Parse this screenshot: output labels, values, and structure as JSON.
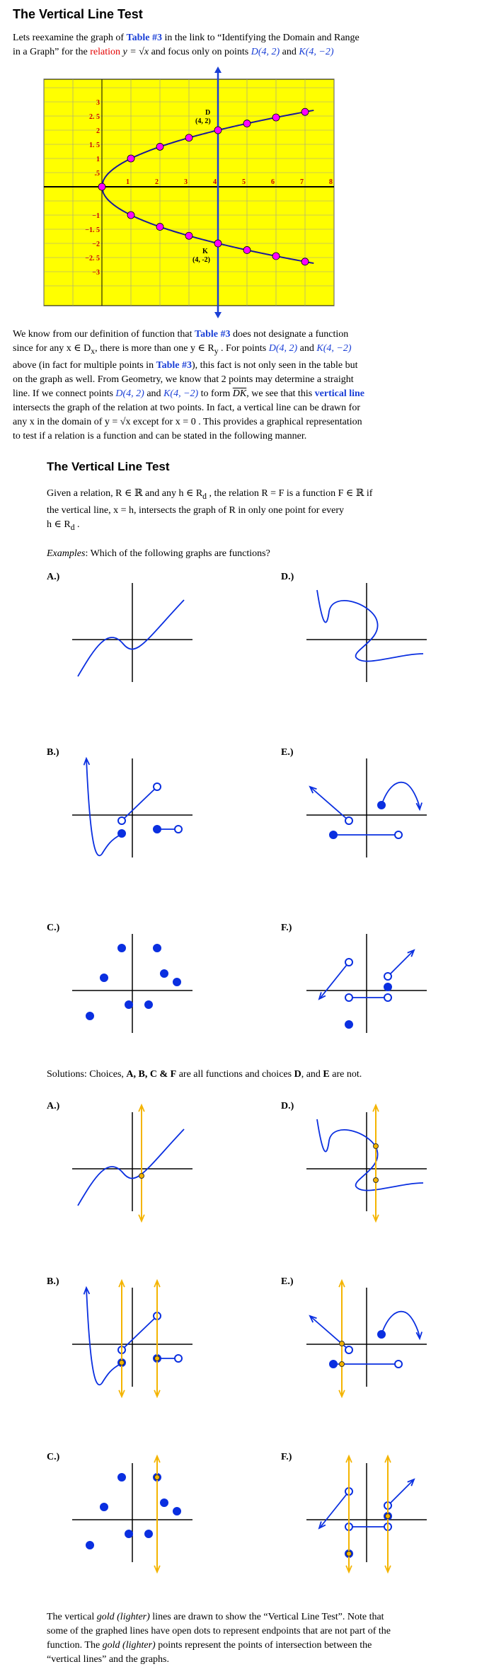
{
  "title": "The Vertical Line Test",
  "intro": {
    "line1_a": "Lets reexamine the graph of ",
    "line1_table": "Table #3",
    "line1_b": "  in the link to “Identifying the Domain and Range",
    "line2_a": "in a Graph” for the ",
    "line2_relation": "relation",
    "line2_eq": " y = √x",
    "line2_b": "  and focus only on points  ",
    "line2_D": "D(4, 2)",
    "line2_and": " and ",
    "line2_K": "K(4, −2)"
  },
  "main_graph": {
    "y_ticks": [
      "3",
      "2. 5",
      "2",
      "1. 5",
      "1",
      ".5",
      "−1",
      "−1. 5",
      "−2",
      "−2. 5",
      "−3"
    ],
    "x_ticks": [
      "1",
      "2",
      "3",
      "4",
      "5",
      "6",
      "7",
      "8"
    ],
    "point_D_name": "D",
    "point_D_coord": "(4, 2)",
    "point_K_name": "K",
    "point_K_coord": "(4, -2)",
    "background_color": "#ffff00",
    "curve_color": "#1a1a99",
    "point_color": "#ff00ff"
  },
  "body": {
    "l1": "We know from our definition of function that ",
    "l1_table": "Table #3",
    "l1_b": " does not designate a function",
    "l2_a": "since for any x ∈ D",
    "l2_sub": "x",
    "l2_b": ", there is more than one  y ∈ R",
    "l2_sub2": "y",
    "l2_c": " . For points  ",
    "l2_D": "D(4, 2)",
    "l2_and": " and  ",
    "l2_K": "K(4, −2)",
    "l3_a": "above (in fact for multiple points in ",
    "l3_table": "Table #3",
    "l3_b": "), this fact is not only seen in the table but",
    "l4": "on the graph as well. From Geometry, we know that 2 points may determine a straight",
    "l5_a": "line. If we connect points  ",
    "l5_D": "D(4, 2)",
    "l5_and": " and  ",
    "l5_K": "K(4, −2)",
    "l5_b": "  to form  ",
    "l5_DK": "DK",
    "l5_c": ", we see that this ",
    "l5_vl": "vertical line",
    "l6": "intersects the graph of the relation at two points. In fact, a vertical line can be drawn for",
    "l7_a": "any  x in the domain of  y = √x  except for  x = 0 . This provides a graphical representation",
    "l8": "to test if a relation is a function and can be stated in the following manner."
  },
  "vlt": {
    "heading": "The Vertical Line Test",
    "def1": "Given a relation,  R ∈ ℝ and any  h ∈ R",
    "def1_sub": "d",
    "def1_b": " , the relation  R = F is a function  F ∈ ℝ  if",
    "def2": "the vertical line,  x = h, intersects the graph of  R  in only one point for every",
    "def3": "h ∈ R",
    "def3_sub": "d",
    "def3_b": " .",
    "examples_italic": "Examples",
    "examples_text": ": Which of the following graphs are functions?"
  },
  "graph_labels": [
    "A.)",
    "B.)",
    "C.)",
    "D.)",
    "E.)",
    "F.)"
  ],
  "solutions": {
    "prefix": "Solutions:  Choices, ",
    "choices_func": "A, B, C & F",
    "middle": " are all functions and choices ",
    "choice_D": "D",
    "and": ", and ",
    "choice_E": "E",
    "suffix": " are not."
  },
  "footer": {
    "f1_a": "The vertical ",
    "f1_gold": "gold (lighter)",
    "f1_b": " lines are drawn to show the “Vertical Line Test”.  Note that",
    "f2": "some of the graphed lines have open dots to represent endpoints that are not part of the",
    "f3_a": "function.  The ",
    "f3_gold": "gold (lighter)",
    "f3_b": " points represent the points of intersection between the",
    "f4": "“vertical lines” and the graphs."
  },
  "colors": {
    "graph_blue": "#0a2fe0",
    "gold": "#f4b400",
    "link_blue": "#1a3fd6",
    "relation_red": "#e30000"
  }
}
